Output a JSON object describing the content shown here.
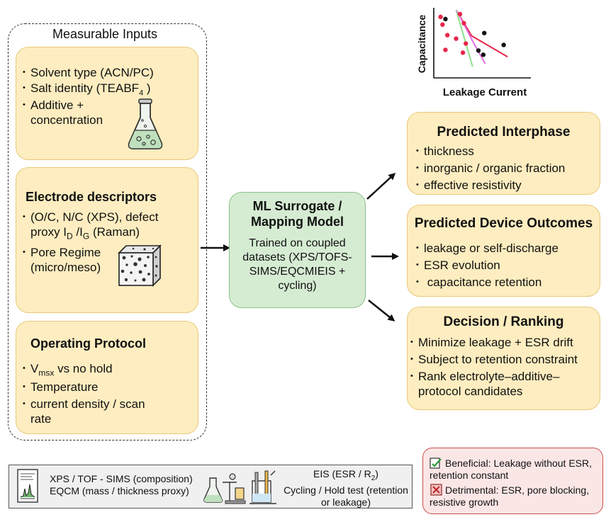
{
  "inputs": {
    "title": "Measurable Inputs",
    "electrolyte": {
      "items": [
        "Solvent type (ACN/PC)",
        "Salt identity (TEABF",
        "4",
        " )",
        "Additive +",
        "concentration"
      ]
    },
    "electrode": {
      "title": "Electrode descriptors",
      "item1_a": "(O/C, N/C (XPS), defect",
      "item1_b": "proxy I",
      "item1_d": "D",
      "item1_c": " /I",
      "item1_g": "G",
      "item1_e": " (Raman)",
      "item2_a": "Pore Regime",
      "item2_b": "(micro/meso)"
    },
    "protocol": {
      "title": "Operating Protocol",
      "v": "V",
      "v_sub": "msx",
      "v_rest": " vs no hold",
      "temp": "Temperature",
      "current_a": "current density / scan",
      "current_b": "rate"
    }
  },
  "model": {
    "title_a": "ML Surrogate /",
    "title_b": "Mapping Model",
    "desc": [
      "Trained on coupled",
      "datasets (XPS/TOFS-",
      "SIMS/EQCMIEIS +",
      "cycling)"
    ]
  },
  "chart": {
    "ylabel": "Capacitance",
    "xlabel": "Leakage Current"
  },
  "chart_data": {
    "type": "scatter",
    "xlabel": "Leakage Current",
    "ylabel": "Capacitance",
    "series": [
      {
        "color": "#e8264a",
        "marker": "point",
        "points": [
          [
            0.7,
            8.7
          ],
          [
            2.7,
            9.1
          ],
          [
            0.9,
            7.6
          ],
          [
            3.1,
            7.8
          ],
          [
            1.4,
            6.1
          ],
          [
            2.3,
            5.6
          ],
          [
            3.3,
            4.9
          ],
          [
            1.2,
            4.0
          ],
          [
            3.0,
            3.6
          ]
        ]
      },
      {
        "color": "#111111",
        "marker": "point",
        "points": [
          [
            1.2,
            8.4
          ],
          [
            5.2,
            6.4
          ],
          [
            4.6,
            3.9
          ],
          [
            7.2,
            4.7
          ],
          [
            5.1,
            3.3
          ]
        ]
      },
      {
        "color": "#e8264a",
        "marker": "line",
        "points": [
          [
            2.3,
            9.7
          ],
          [
            3.9,
            6.0
          ],
          [
            7.6,
            3.0
          ]
        ]
      },
      {
        "color": "#8ee08c",
        "marker": "line",
        "points": [
          [
            2.3,
            9.7
          ],
          [
            4.0,
            1.6
          ]
        ]
      },
      {
        "color": "#e06fe0",
        "marker": "line",
        "points": [
          [
            2.4,
            9.5
          ],
          [
            4.1,
            5.0
          ],
          [
            5.3,
            2.0
          ]
        ]
      }
    ],
    "xlim": [
      0,
      10
    ],
    "ylim": [
      0,
      10
    ]
  },
  "interphase": {
    "title": "Predicted Interphase",
    "items": [
      "thickness",
      "inorganic / organic fraction",
      "effective resistivity"
    ]
  },
  "device": {
    "title": "Predicted Device Outcomes",
    "items": [
      "leakage or self-discharge",
      "ESR evolution",
      " capacitance retention"
    ]
  },
  "decision": {
    "title": "Decision / Ranking",
    "items": [
      "Minimize leakage + ESR drift",
      "Subject to retention constraint",
      "Rank electrolyte–additive–",
      "protocol candidates"
    ]
  },
  "legend_methods": {
    "left": [
      "XPS / TOF - SIMS (composition)",
      "EQCM (mass / thickness proxy)"
    ],
    "right_a": "EIS (ESR / R",
    "right_a_sub": "2",
    "right_a_end": ")",
    "right_b": "Cycling / Hold test (retention",
    "right_c": "or leakage)"
  },
  "legend_effects": {
    "beneficial_a": "Beneficial: Leakage without ESR,",
    "beneficial_b": "retention constant",
    "detrimental_a": "Detrimental: ESR, pore blocking,",
    "detrimental_b": "resistive growth"
  },
  "colors": {
    "card_fill": "#fdedc0",
    "card_border": "#e9c979",
    "model_fill": "#d5ecd2",
    "model_border": "#8cc088",
    "effects_fill": "#fbe6e6",
    "effects_border": "#c9504a",
    "methods_fill": "#f0f0f0"
  }
}
